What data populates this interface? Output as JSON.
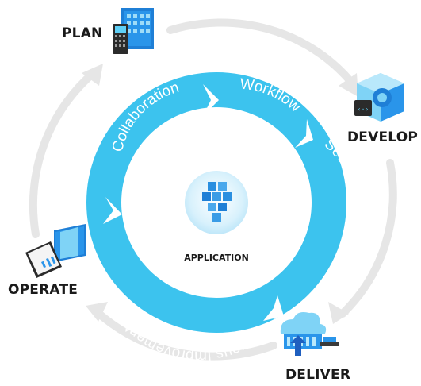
{
  "phases": {
    "plan": "PLAN",
    "develop": "DEVELOP",
    "deliver": "DELIVER",
    "operate": "OPERATE"
  },
  "ring_segments": {
    "collaboration": "Collaboration",
    "workflow": "Workflow",
    "security": "Security & Compliance",
    "continuous": "Continuous Improvement"
  },
  "center": {
    "label": "APPLICATION"
  },
  "colors": {
    "ring": "#3cc3ee",
    "ring_dark": "#25aee0",
    "outer_arc": "#e6e6e6",
    "icon_blue": "#1f7fd6",
    "icon_light": "#7fd3f6"
  },
  "icons": {
    "plan": "building-calculator-icon",
    "develop": "code-cube-icon",
    "deliver": "cloud-deploy-icon",
    "operate": "monitor-chart-icon",
    "center": "app-cubes-icon"
  }
}
